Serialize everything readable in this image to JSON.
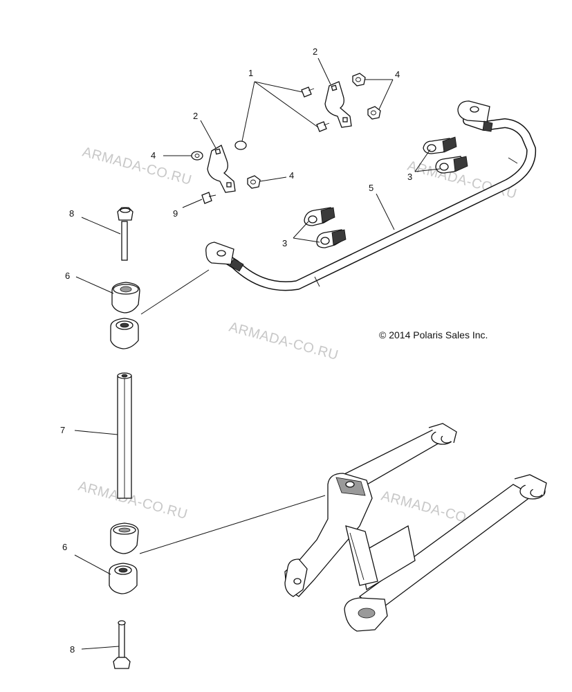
{
  "watermarks": [
    "ARMADA-CO.RU",
    "ARMADA-CO.RU",
    "ARMADA-CO.RU",
    "ARMADA-CO.RU",
    "ARMADA-CO.RU"
  ],
  "copyright": "© 2014 Polaris Sales Inc.",
  "callouts": {
    "c1": "1",
    "c2a": "2",
    "c2b": "2",
    "c3a": "3",
    "c3b": "3",
    "c4a": "4",
    "c4b": "4",
    "c4c": "4",
    "c5": "5",
    "c6a": "6",
    "c6b": "6",
    "c7": "7",
    "c8a": "8",
    "c8b": "8",
    "c9": "9"
  },
  "colors": {
    "line": "#111111",
    "watermark": "#c8c8c8",
    "shade": "#9a9a9a",
    "dark": "#3a3a3a"
  }
}
